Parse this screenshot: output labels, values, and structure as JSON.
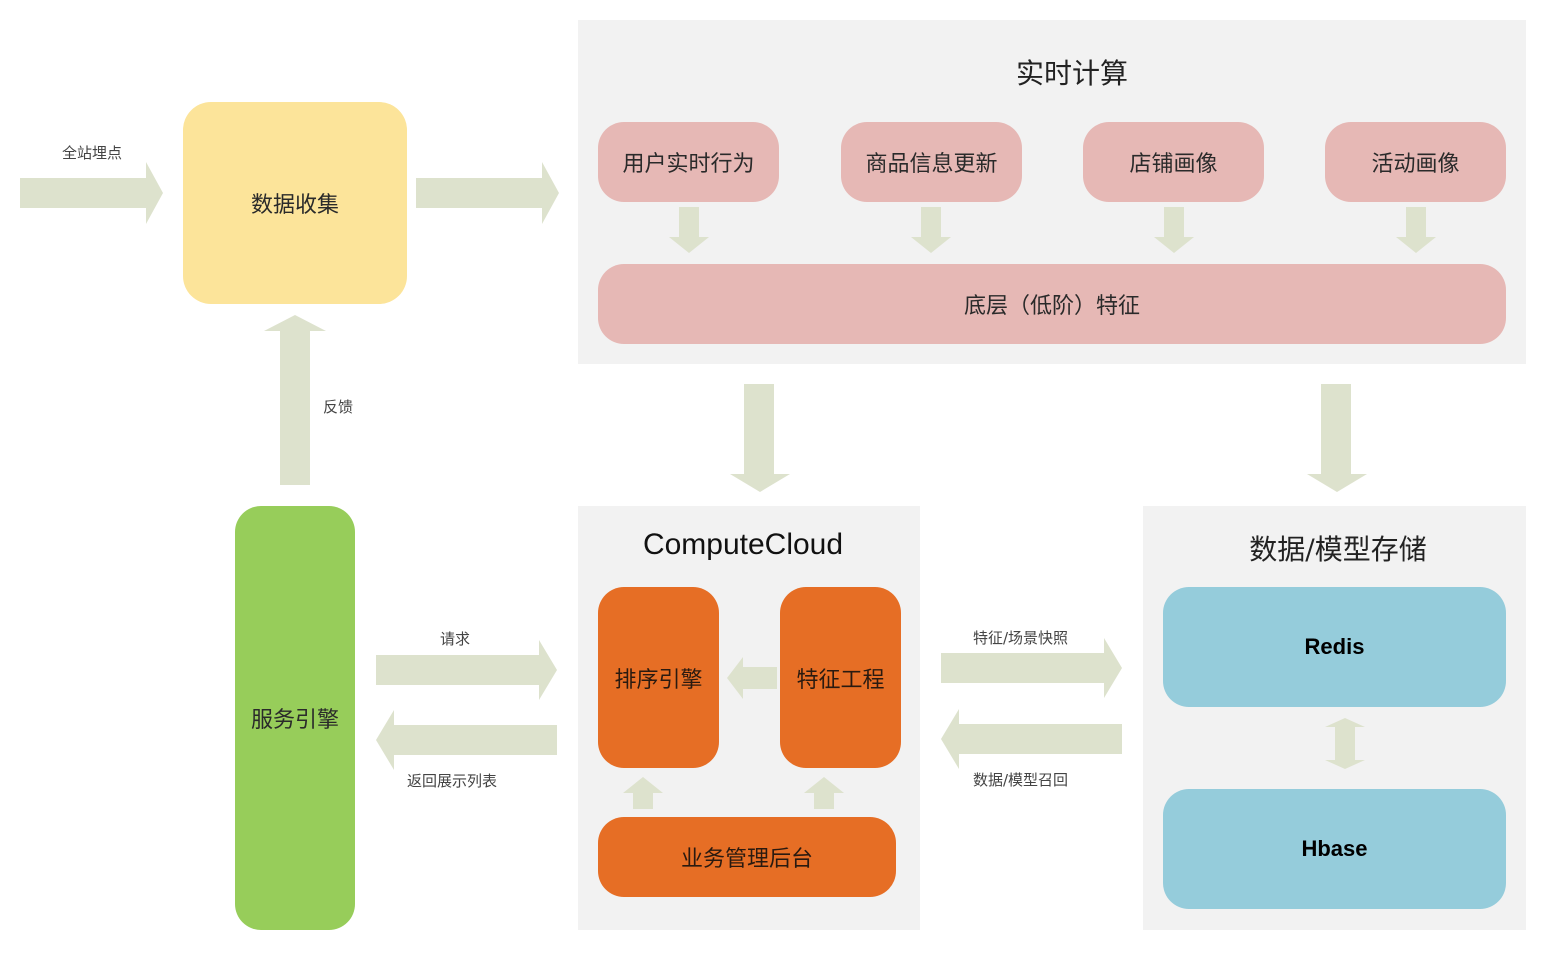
{
  "diagram": {
    "colors": {
      "arrow": "#dde2cd",
      "panel": "#f2f2f2",
      "collect": "#fce49a",
      "realtime_box": "#e6b8b5",
      "service": "#97cd5a",
      "compute_box": "#e66e25",
      "storage_box": "#95ccdb"
    },
    "input_label": "全站埋点",
    "data_collect": "数据收集",
    "feedback_label": "反馈",
    "service_engine": "服务引擎",
    "request_label": "请求",
    "return_label": "返回展示列表",
    "realtime": {
      "title": "实时计算",
      "sources": [
        "用户实时行为",
        "商品信息更新",
        "店铺画像",
        "活动画像"
      ],
      "base_feature": "底层（低阶）特征"
    },
    "compute_cloud": {
      "title": "ComputeCloud",
      "ranking_engine": "排序引擎",
      "feature_engineering": "特征工程",
      "admin_backend": "业务管理后台"
    },
    "snapshot_label": "特征/场景快照",
    "recall_label": "数据/模型召回",
    "storage": {
      "title": "数据/模型存储",
      "redis": "Redis",
      "hbase": "Hbase"
    }
  }
}
